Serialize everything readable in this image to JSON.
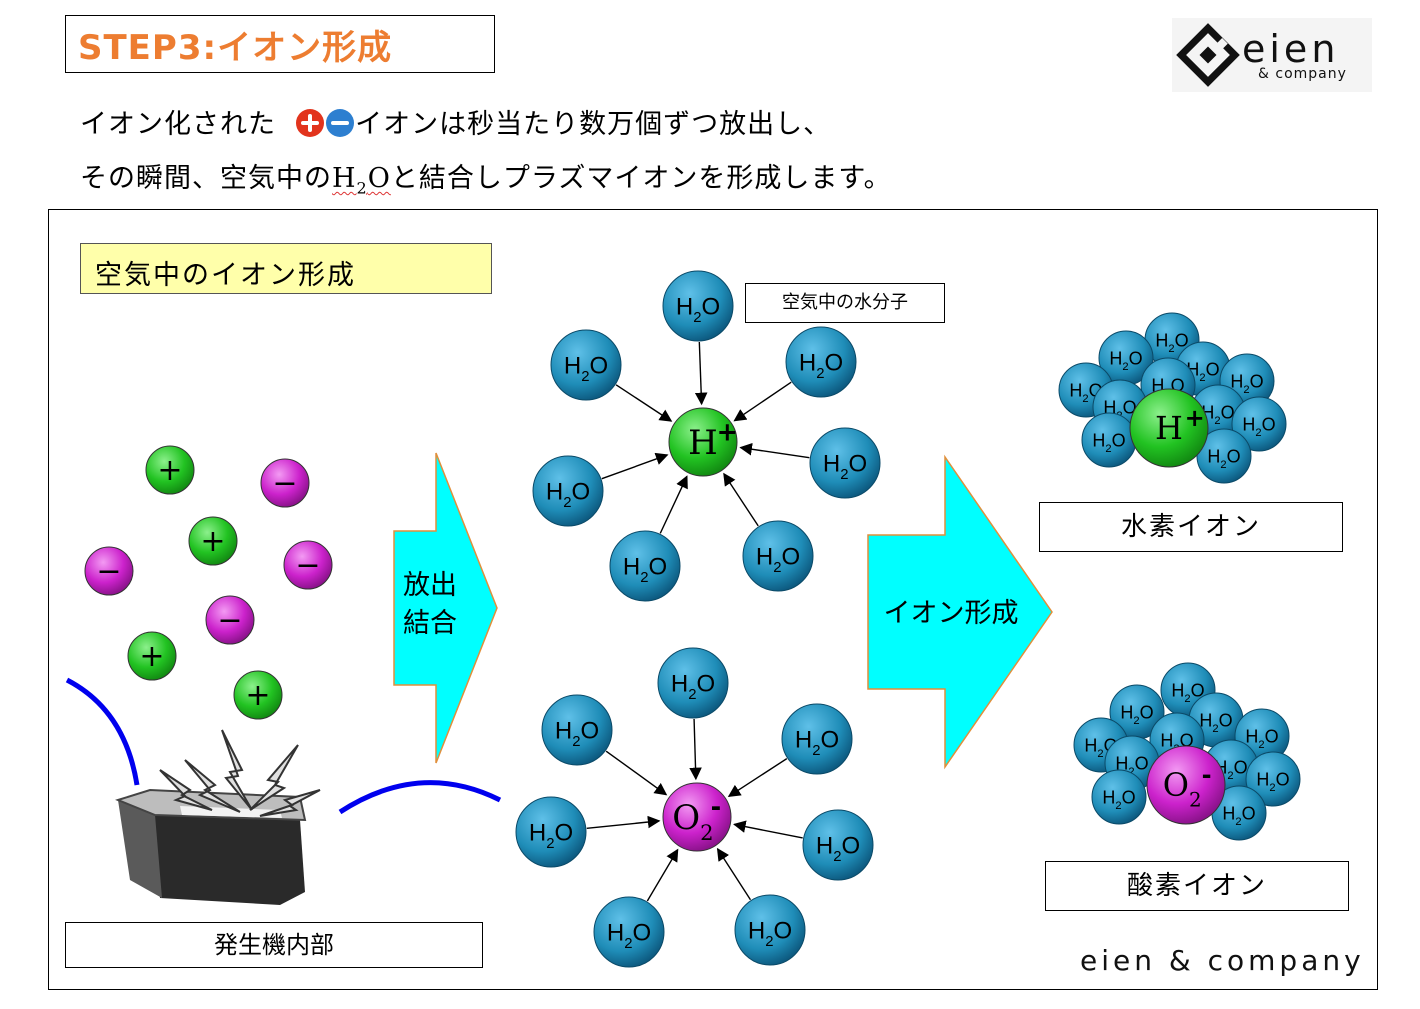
{
  "title": "STEP3:イオン形成",
  "logo": {
    "brand": "eien",
    "sub": "& company"
  },
  "description": {
    "line1_before": "イオン化された",
    "line1_after": "イオンは秒当たり数万個ずつ放出し、",
    "line2_before": "その瞬間、空気中の",
    "h2o_H": "H",
    "h2o_2": "2",
    "h2o_O": "O",
    "line2_after": "と結合しプラズマイオンを形成します。"
  },
  "panel_title": "空気中のイオン形成",
  "generator_label": "発生機内部",
  "water_label": "空気中の水分子",
  "arrow1_line1": "放出",
  "arrow1_line2": "結合",
  "arrow2_label": "イオン形成",
  "h_ion_label": "水素イオン",
  "o_ion_label": "酸素イオン",
  "footer_brand": "eien & company",
  "molecule": {
    "h": "H",
    "sub": "2",
    "o": "O"
  },
  "ions": {
    "h": "H",
    "h_charge": "+",
    "o": "O",
    "o_sub": "2",
    "o_charge": "-"
  },
  "signs": {
    "plus": "+",
    "minus": "−"
  },
  "colors": {
    "title": "#ED7D31",
    "water": "#1F8DB8",
    "h_ion": "#22C322",
    "o_ion": "#CC22CC",
    "arrow": "#00FFFF",
    "arc": "#0000EE",
    "panel_title_bg": "#FFFFAA"
  }
}
